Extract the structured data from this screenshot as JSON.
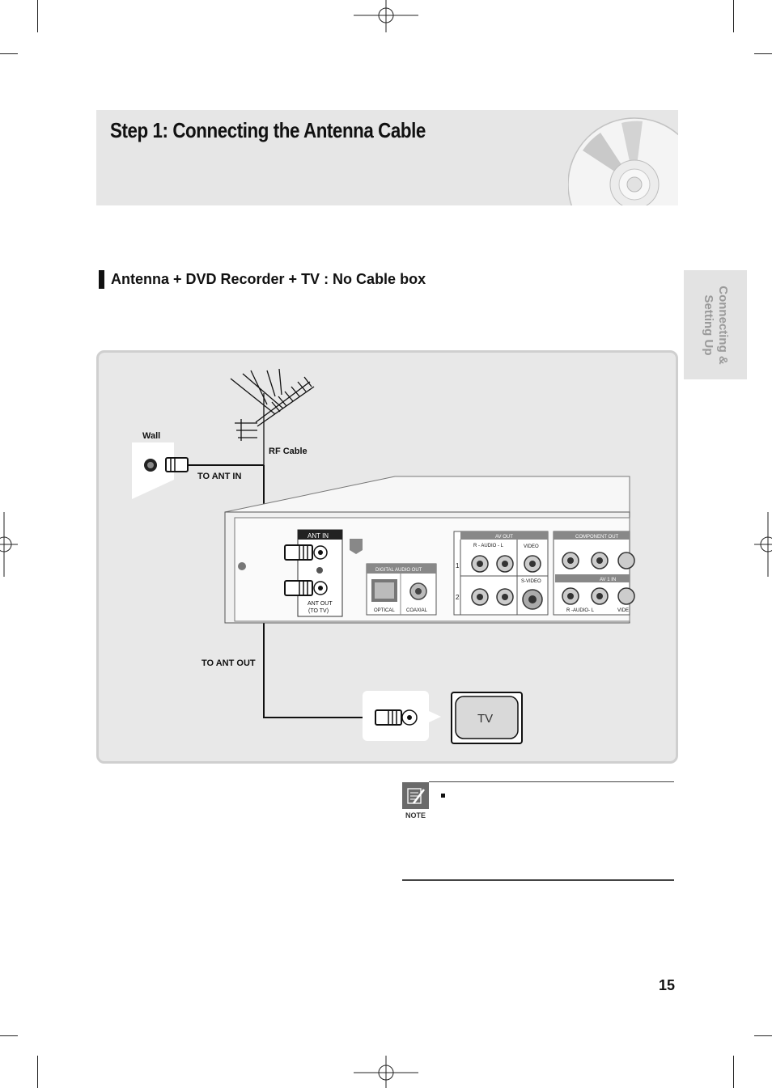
{
  "header": {
    "title": "Step 1: Connecting the Antenna Cable"
  },
  "side_tab": {
    "line1": "Connecting &",
    "line2": "Setting Up"
  },
  "section": {
    "title": "Antenna + DVD Recorder + TV : No Cable box"
  },
  "diagram": {
    "wall": "Wall",
    "rf_cable": "RF Cable",
    "to_ant_in": "TO ANT IN",
    "to_ant_out": "TO ANT OUT",
    "ant_in": "ANT IN",
    "ant_out_line1": "ANT OUT",
    "ant_out_line2": "(TO TV)",
    "digital_audio_out": "DIGITAL AUDIO OUT",
    "optical": "OPTICAL",
    "coaxial": "COAXIAL",
    "av_out": "AV OUT",
    "audio_r_l": "R - AUDIO - L",
    "video": "VIDEO",
    "s_video": "S-VIDEO",
    "row1": "1",
    "row2": "2",
    "component_out": "COMPONENT OUT",
    "av1_in": "AV 1 IN",
    "audio_r_l_2": "R -AUDIO- L",
    "video_partial": "VIDE",
    "tv": "TV"
  },
  "note": {
    "label": "NOTE"
  },
  "page": {
    "number": "15"
  }
}
